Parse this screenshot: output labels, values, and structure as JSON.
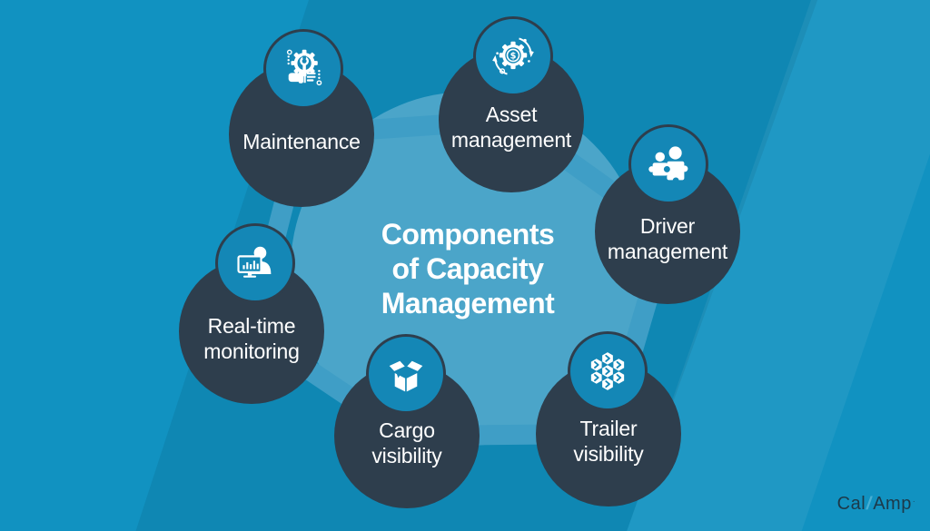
{
  "title": {
    "lines": [
      "Components",
      "of Capacity",
      "Management"
    ]
  },
  "nodes": [
    {
      "id": "maintenance",
      "label_lines": [
        "Maintenance"
      ],
      "icon": "maintenance-gear-wrench-icon"
    },
    {
      "id": "asset-management",
      "label_lines": [
        "Asset",
        "management"
      ],
      "icon": "asset-cycle-gear-dollar-icon"
    },
    {
      "id": "driver-management",
      "label_lines": [
        "Driver",
        "management"
      ],
      "icon": "driver-people-puzzle-icon"
    },
    {
      "id": "trailer-visibility",
      "label_lines": [
        "Trailer",
        "visibility"
      ],
      "icon": "trailer-hexagon-cluster-icon"
    },
    {
      "id": "cargo-visibility",
      "label_lines": [
        "Cargo",
        "visibility"
      ],
      "icon": "cargo-open-box-icon"
    },
    {
      "id": "real-time-monitoring",
      "label_lines": [
        "Real-time",
        "monitoring"
      ],
      "icon": "realtime-monitor-person-icon"
    }
  ],
  "logo": {
    "part1": "Cal",
    "separator": "/",
    "part2": "Amp",
    "mark": "·"
  },
  "colors": {
    "background": "#1192c1",
    "band_dark": "#0c86b4",
    "band_light": "#1c9dc9",
    "center_circle": "#4ba5c9",
    "connector": "#3f9ec6",
    "node_circle": "#2e3e4d",
    "icon_circle": "#1487b6",
    "text": "#ffffff",
    "logo_text": "#1d3949",
    "logo_slash": "#4aafd3"
  }
}
